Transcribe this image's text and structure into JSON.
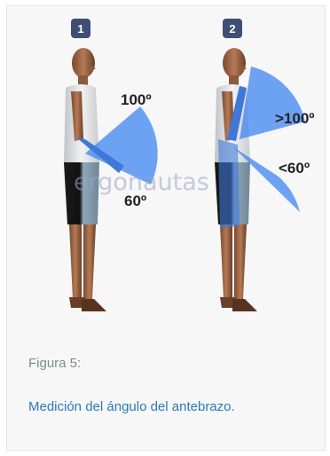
{
  "figure": {
    "steps": [
      {
        "number": "1",
        "upper_angle": "100º",
        "lower_angle": "60º"
      },
      {
        "number": "2",
        "upper_angle": ">100º",
        "lower_angle": "<60º"
      }
    ],
    "watermark": "ergonautas",
    "caption_title": "Figura 5:",
    "caption_text": "Medición del ángulo del antebrazo."
  },
  "colors": {
    "badge": "#3f4f73",
    "angle_fill": "#3f86f2",
    "caption_link": "#2a7ab8"
  }
}
